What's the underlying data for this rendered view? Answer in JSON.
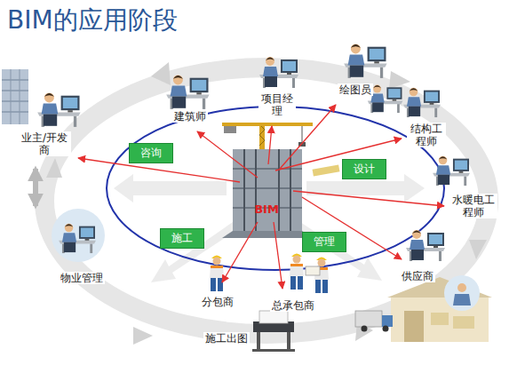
{
  "diagram": {
    "title": "BIM的应用阶段",
    "nodes": [
      {
        "text": [
          "咨询"
        ]
      },
      {
        "text": [
          "设计"
        ]
      },
      {
        "text": [
          "施工"
        ]
      },
      {
        "text": [
          "管理"
        ]
      }
    ],
    "labels": [
      "BIM",
      "业主/开发商",
      "建筑师",
      "项目经理",
      "绘图员",
      "结构工程师",
      "水暖电工程师",
      "供应商",
      "总承包商",
      "分包商",
      "施工出图",
      "物业管理"
    ]
  }
}
